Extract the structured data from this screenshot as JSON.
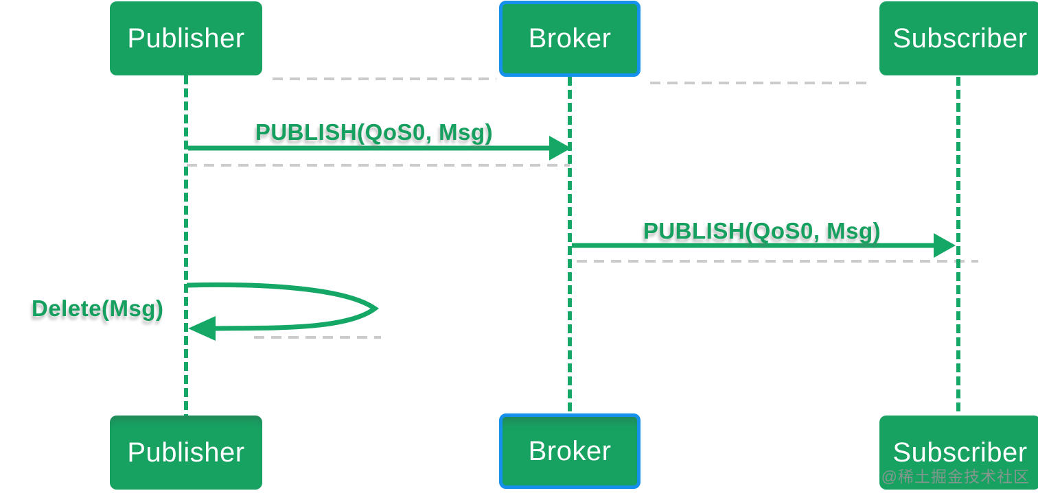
{
  "diagram_type": "sequence-diagram",
  "actors": {
    "top": [
      {
        "label": "Publisher",
        "highlighted": false
      },
      {
        "label": "Broker",
        "highlighted": true
      },
      {
        "label": "Subscriber",
        "highlighted": false
      }
    ],
    "bottom": [
      {
        "label": "Publisher",
        "highlighted": false
      },
      {
        "label": "Broker",
        "highlighted": true
      },
      {
        "label": "Subscriber",
        "highlighted": false
      }
    ]
  },
  "messages": [
    {
      "label": "PUBLISH(QoS0, Msg)",
      "from": "Publisher",
      "to": "Broker",
      "type": "arrow"
    },
    {
      "label": "PUBLISH(QoS0, Msg)",
      "from": "Broker",
      "to": "Subscriber",
      "type": "arrow"
    },
    {
      "label": "Delete(Msg)",
      "from": "Publisher",
      "to": "Publisher",
      "type": "self-loop"
    }
  ],
  "watermark": {
    "text": "@稀土掘金技术社区"
  },
  "colors": {
    "box_green": "#17a262",
    "line_green": "#15a765",
    "highlight_blue": "#1590ec",
    "label_green": "#15a05f",
    "box_text_white": "#ffffff",
    "watermark_gray": "#8a9792",
    "shadow_gray": "#5a5f5d",
    "background": "#ffffff"
  }
}
